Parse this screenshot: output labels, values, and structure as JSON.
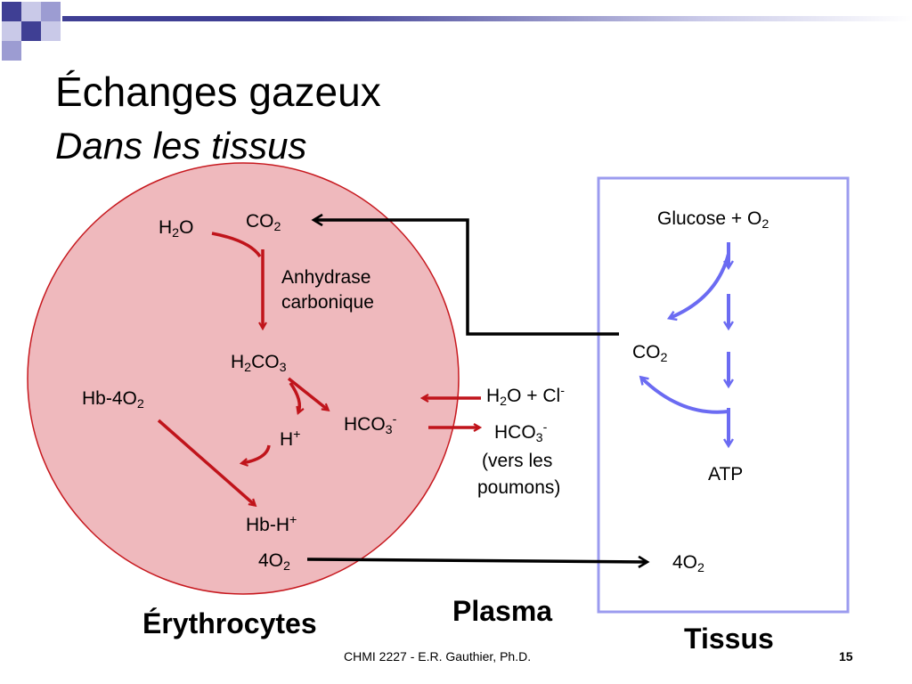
{
  "slide": {
    "title": "Échanges gazeux",
    "subtitle": "Dans les tissus",
    "footer": "CHMI 2227 - E.R. Gauthier, Ph.D.",
    "page_number": "15"
  },
  "colors": {
    "header_bar": "#3f3f94",
    "erythrocyte_fill": "#efb9bd",
    "erythrocyte_stroke": "#c7191f",
    "red_arrow": "#c0141b",
    "tissue_border": "#9b9bef",
    "blue_arrow": "#6b6bf2",
    "black_arrow": "#000000"
  },
  "erythrocyte": {
    "label": "Érythrocytes",
    "h2o": {
      "main": "H",
      "sub": "2",
      "rest": "O"
    },
    "co2": {
      "main": "CO",
      "sub": "2"
    },
    "enzyme_line1": "Anhydrase",
    "enzyme_line2": "carbonique",
    "h2co3": {
      "a": "H",
      "sub1": "2",
      "b": "CO",
      "sub2": "3"
    },
    "hb4o2": {
      "main": "Hb-4O",
      "sub": "2"
    },
    "h_plus": {
      "main": "H",
      "sup": "+"
    },
    "hco3": {
      "main": "HCO",
      "sub": "3",
      "sup": "-"
    },
    "hb_h": {
      "main": "Hb-H",
      "sup": "+"
    },
    "o2_4": {
      "main": "4O",
      "sub": "2"
    }
  },
  "plasma": {
    "label": "Plasma",
    "h2o_cl": {
      "a": "H",
      "sub": "2",
      "b": "O + Cl",
      "sup": "-"
    },
    "hco3": {
      "main": "HCO",
      "sub": "3",
      "sup": "-"
    },
    "note_line1": "(vers les",
    "note_line2": "poumons)"
  },
  "tissue": {
    "label": "Tissus",
    "glucose": {
      "main": "Glucose + O",
      "sub": "2"
    },
    "co2": {
      "main": "CO",
      "sub": "2"
    },
    "atp": "ATP",
    "o2_4": {
      "main": "4O",
      "sub": "2"
    }
  }
}
